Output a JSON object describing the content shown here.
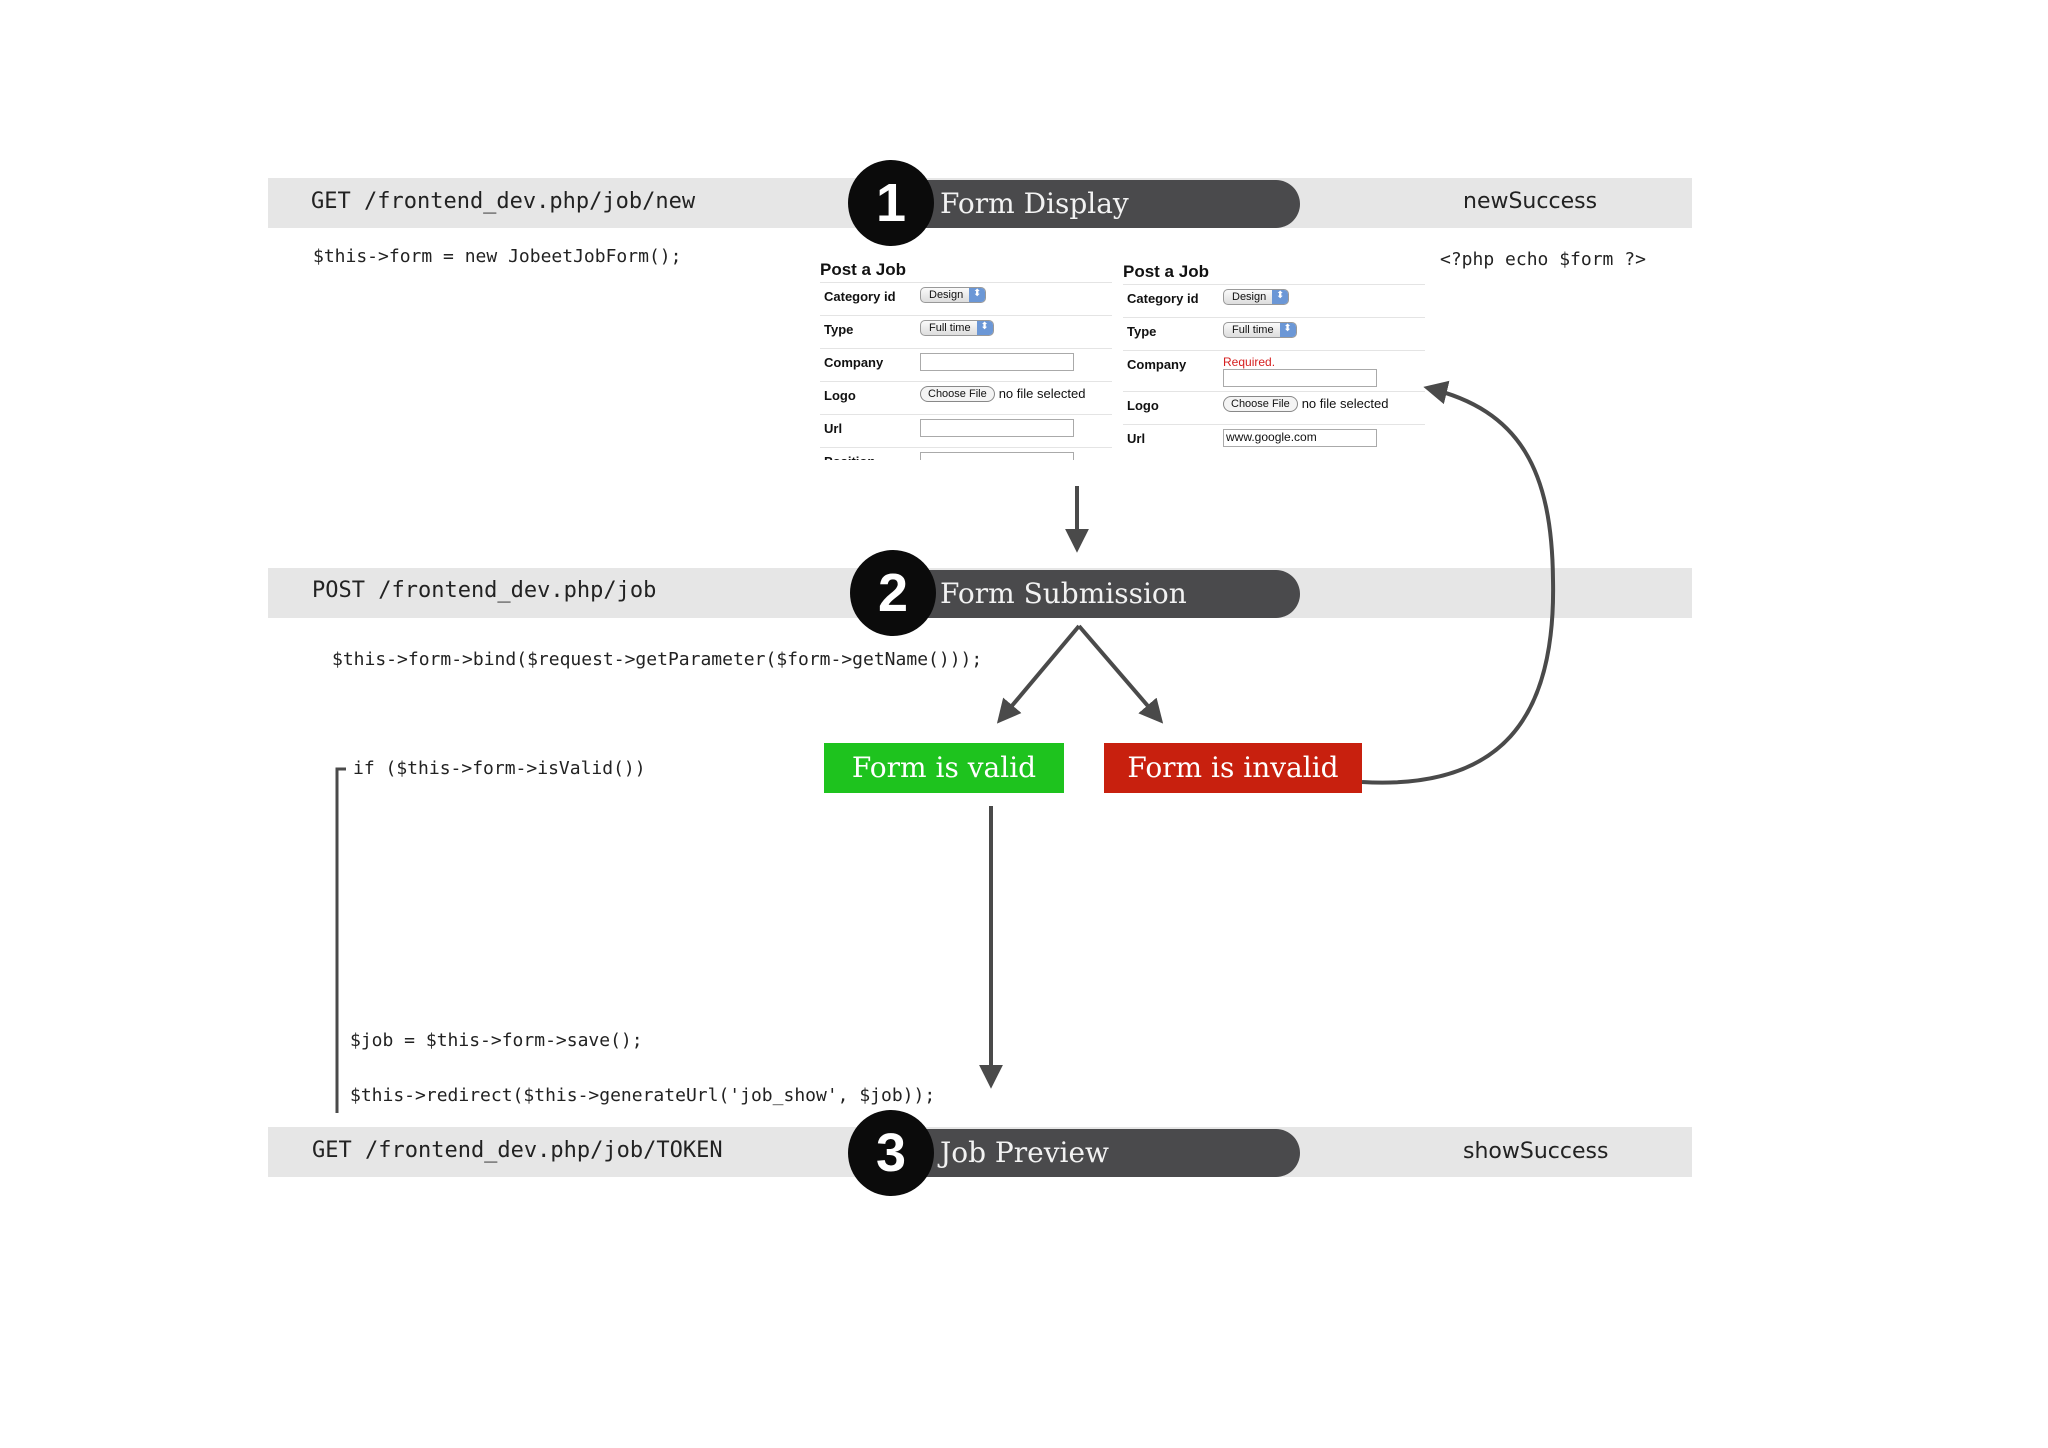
{
  "steps": [
    {
      "number": "1",
      "title": "Form Display",
      "request": "GET /frontend_dev.php/job/new",
      "template": "newSuccess"
    },
    {
      "number": "2",
      "title": "Form Submission",
      "request": "POST /frontend_dev.php/job"
    },
    {
      "number": "3",
      "title": "Job Preview",
      "request": "GET /frontend_dev.php/job/TOKEN",
      "template": "showSuccess"
    }
  ],
  "code": {
    "new_form": "$this->form = new JobeetJobForm();",
    "echo_form": "<?php echo $form ?>",
    "bind": "$this->form->bind($request->getParameter($form->getName()));",
    "is_valid": "if ($this->form->isValid())",
    "save": "$job = $this->form->save();",
    "redirect": "$this->redirect($this->generateUrl('job_show', $job));"
  },
  "outcomes": {
    "valid": {
      "label": "Form is valid",
      "color": "#1ec31e"
    },
    "invalid": {
      "label": "Form is invalid",
      "color": "#c8200e"
    }
  },
  "form_blank": {
    "title": "Post a Job",
    "fields": {
      "category_label": "Category id",
      "category_value": "Design",
      "type_label": "Type",
      "type_value": "Full time",
      "company_label": "Company",
      "logo_label": "Logo",
      "logo_button": "Choose File",
      "logo_status": "no file selected",
      "url_label": "Url",
      "position_label": "Position"
    }
  },
  "form_error": {
    "title": "Post a Job",
    "fields": {
      "category_label": "Category id",
      "category_value": "Design",
      "type_label": "Type",
      "type_value": "Full time",
      "company_label": "Company",
      "company_error": "Required.",
      "logo_label": "Logo",
      "logo_button": "Choose File",
      "logo_status": "no file selected",
      "url_label": "Url",
      "url_value": "www.google.com"
    }
  }
}
